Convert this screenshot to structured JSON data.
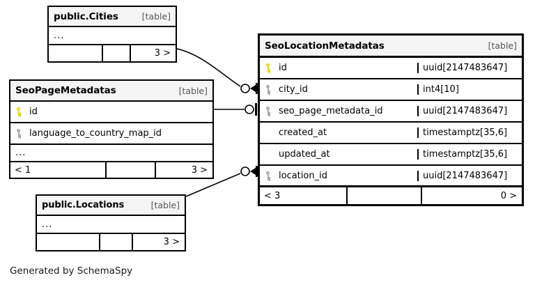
{
  "diagram": {
    "credit": "Generated by SchemaSpy",
    "kind_label": "[table]",
    "ellipsis": "...",
    "colors": {
      "primary_key": "#f2d600",
      "foreign_key": "#a8a8a8",
      "border": "#000000",
      "header_fill": "#f5f5f5"
    }
  },
  "tables": {
    "cities": {
      "title": "public.Cities",
      "kind": "[table]",
      "ellipsis": "...",
      "footer": {
        "left": "",
        "mid": "",
        "right": "3 >"
      }
    },
    "seo_page_metadatas": {
      "title": "SeoPageMetadatas",
      "kind": "[table]",
      "ellipsis": "...",
      "columns": [
        {
          "name": "id",
          "key": "pk",
          "type": ""
        },
        {
          "name": "language_to_country_map_id",
          "key": "fk",
          "type": ""
        }
      ],
      "footer": {
        "left": "< 1",
        "mid": "",
        "right": "3 >"
      }
    },
    "locations": {
      "title": "public.Locations",
      "kind": "[table]",
      "ellipsis": "...",
      "footer": {
        "left": "",
        "mid": "",
        "right": "3 >"
      }
    },
    "seo_location_metadatas": {
      "title": "SeoLocationMetadatas",
      "kind": "[table]",
      "columns": [
        {
          "name": "id",
          "key": "pk",
          "type": "uuid[2147483647]"
        },
        {
          "name": "city_id",
          "key": "fk",
          "type": "int4[10]"
        },
        {
          "name": "seo_page_metadata_id",
          "key": "fk",
          "type": "uuid[2147483647]"
        },
        {
          "name": "created_at",
          "key": "none",
          "type": "timestamptz[35,6]"
        },
        {
          "name": "updated_at",
          "key": "none",
          "type": "timestamptz[35,6]"
        },
        {
          "name": "location_id",
          "key": "fk",
          "type": "uuid[2147483647]"
        }
      ],
      "footer": {
        "left": "< 3",
        "mid": "",
        "right": "0 >"
      }
    }
  },
  "relationships": [
    {
      "name": "cities-to-city-id",
      "from": "public.Cities",
      "to": "SeoLocationMetadatas.city_id",
      "notation": "zero-or-many"
    },
    {
      "name": "seopage-to-seo-page-metadata-id",
      "from": "SeoPageMetadatas",
      "to": "SeoLocationMetadatas.seo_page_metadata_id",
      "notation": "zero-or-one"
    },
    {
      "name": "locations-to-location-id",
      "from": "public.Locations",
      "to": "SeoLocationMetadatas.location_id",
      "notation": "zero-or-many"
    }
  ]
}
